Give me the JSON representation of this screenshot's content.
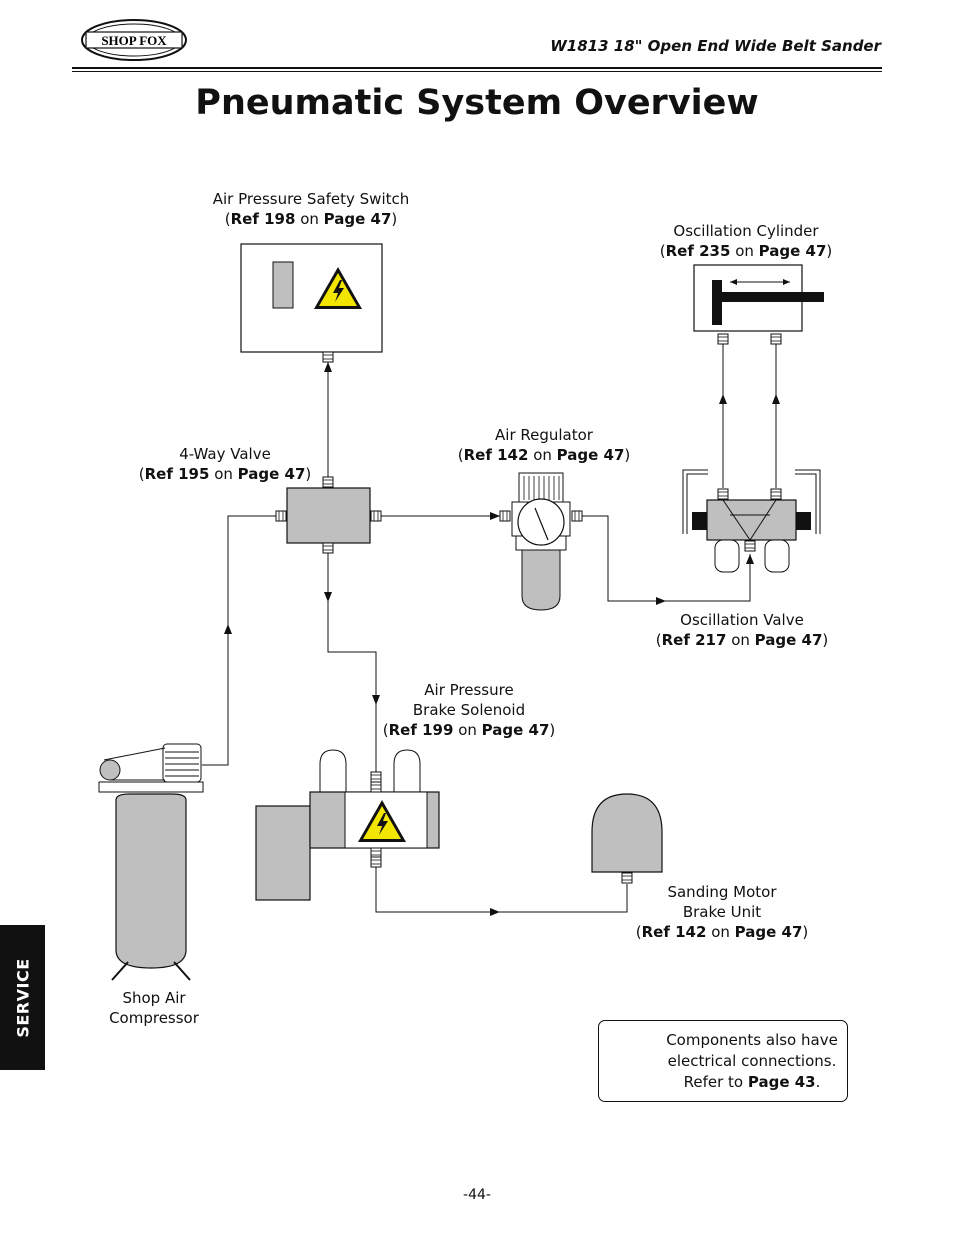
{
  "header": {
    "logo_text": "SHOP FOX",
    "doc_title": "W1813 18\" Open End Wide Belt Sander"
  },
  "page_title": "Pneumatic System Overview",
  "components": {
    "safety_switch": {
      "name": "Air Pressure Safety Switch",
      "ref": "Ref 198",
      "on": "on",
      "page": "Page 47"
    },
    "osc_cylinder": {
      "name": "Oscillation Cylinder",
      "ref": "Ref 235",
      "on": "on",
      "page": "Page 47"
    },
    "four_way_valve": {
      "name": "4-Way Valve",
      "ref": "Ref 195",
      "on": "on",
      "page": "Page 47"
    },
    "air_regulator": {
      "name": "Air Regulator",
      "ref": "Ref 142",
      "on": "on",
      "page": "Page 47"
    },
    "osc_valve": {
      "name": "Oscillation Valve",
      "ref": "Ref 217",
      "on": "on",
      "page": "Page 47"
    },
    "brake_solenoid": {
      "name_line1": "Air Pressure",
      "name_line2": "Brake Solenoid",
      "ref": "Ref 199",
      "on": "on",
      "page": "Page 47"
    },
    "motor_brake": {
      "name_line1": "Sanding Motor",
      "name_line2": "Brake Unit",
      "ref": "Ref 142",
      "on": "on",
      "page": "Page 47"
    },
    "compressor": {
      "name_line1": "Shop Air",
      "name_line2": "Compressor"
    }
  },
  "note": {
    "line1": "Components also have",
    "line2": "electrical connections.",
    "line3_prefix": "Refer to",
    "line3_page": "Page 43",
    "line3_suffix": "."
  },
  "side_tab": "SERVICE",
  "page_number": "-44-",
  "colors": {
    "warning_yellow": "#f2e600",
    "component_gray": "#bfbfbf",
    "line": "#111111"
  }
}
